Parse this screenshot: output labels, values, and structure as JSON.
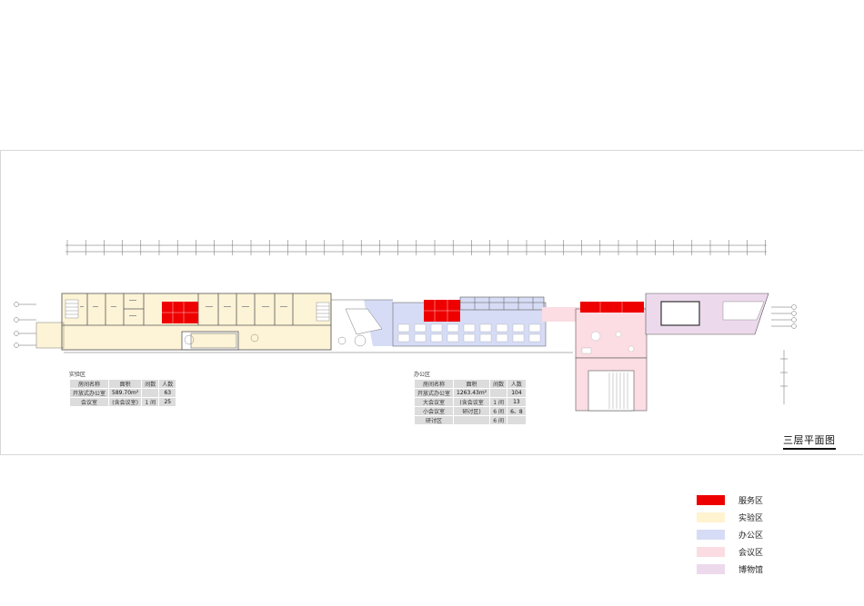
{
  "sheet_title": "三层平面图",
  "colors": {
    "service": "#ee0000",
    "lab": "#fdf3d6",
    "office": "#d6dcf5",
    "meeting": "#fbdde3",
    "museum": "#ecdaec",
    "wall": "#555555"
  },
  "legend": [
    {
      "label": "服务区",
      "color": "#ee0000"
    },
    {
      "label": "实验区",
      "color": "#fff3d0"
    },
    {
      "label": "办公区",
      "color": "#d6dcf5"
    },
    {
      "label": "会议区",
      "color": "#fbdce3"
    },
    {
      "label": "博物馆",
      "color": "#ecdaec"
    }
  ],
  "lab_table": {
    "caption": "实验区",
    "header": [
      "房间名称",
      "面积",
      "间数",
      "人数"
    ],
    "rows": [
      [
        "开放式办公室",
        "589.70m²",
        "",
        "63"
      ],
      [
        "会议室",
        "(含会议室)",
        "1 间",
        "25"
      ]
    ]
  },
  "office_table": {
    "caption": "办公区",
    "header": [
      "房间名称",
      "面积",
      "间数",
      "人数"
    ],
    "rows": [
      [
        "开放式办公室",
        "1263.43m²",
        "",
        "104"
      ],
      [
        "大会议室",
        "(含会议室",
        "1 间",
        "13"
      ],
      [
        "小会议室",
        "研讨区)",
        "6 间",
        "6、8"
      ],
      [
        "研讨区",
        "",
        "6 间",
        ""
      ]
    ]
  }
}
